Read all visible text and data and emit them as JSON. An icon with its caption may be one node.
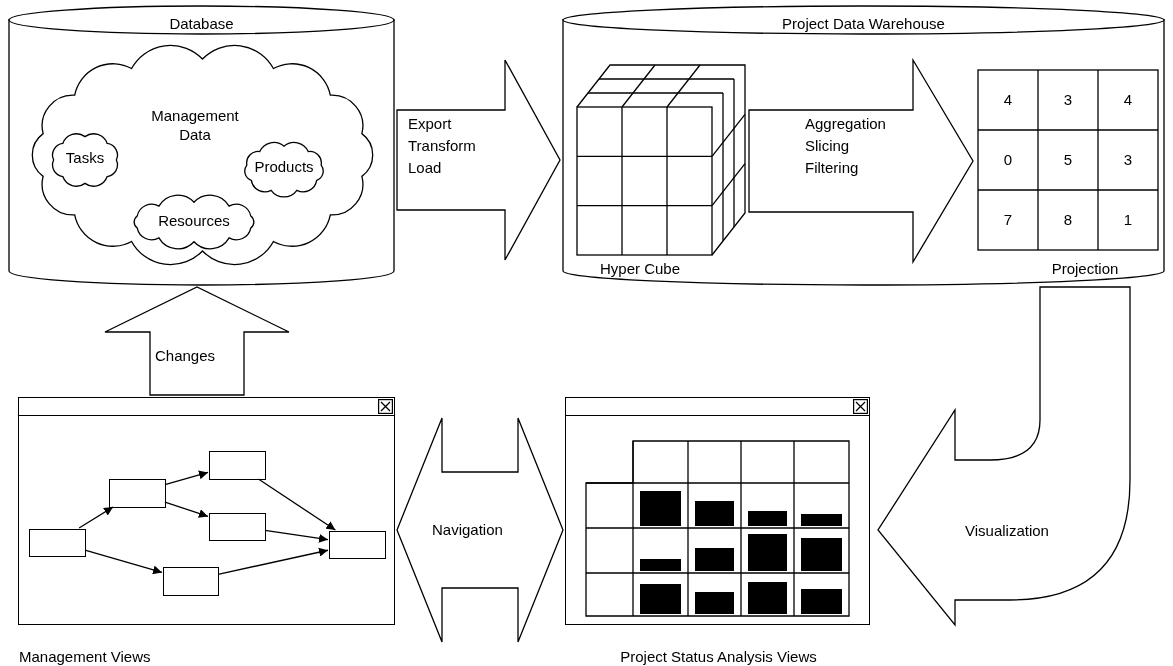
{
  "diagram": {
    "nodes": [
      {
        "text": [
          "Database"
        ]
      },
      {
        "text": [
          "Management Data"
        ],
        "in": 0
      },
      {
        "text": [
          "Tasks"
        ],
        "in": 1
      },
      {
        "text": [
          "Products"
        ],
        "in": 1
      },
      {
        "text": [
          "Resources"
        ],
        "in": 1
      },
      {
        "text": [
          "Project Data Warehouse"
        ]
      },
      {
        "text": [
          "Hyper Cube"
        ],
        "in": 5
      },
      {
        "text": [
          "Projection"
        ],
        "in": 5
      },
      {
        "text": [
          "Management Views"
        ]
      },
      {
        "text": [],
        "shape": "box",
        "in": 8
      },
      {
        "text": [],
        "shape": "box",
        "in": 8
      },
      {
        "text": [],
        "shape": "box",
        "in": 8
      },
      {
        "text": [],
        "shape": "box",
        "in": 8
      },
      {
        "text": [],
        "shape": "box",
        "in": 8
      },
      {
        "text": [],
        "shape": "box",
        "in": 8
      },
      {
        "text": [
          "Project Status Analysis Views"
        ]
      }
    ],
    "edges": [
      {
        "from": 0,
        "to": 5,
        "arrow": "to",
        "label": "Export Transform Load"
      },
      {
        "from": 6,
        "to": 7,
        "arrow": "to",
        "label": "Aggregation Slicing Filtering"
      },
      {
        "from": 5,
        "to": 15,
        "arrow": "to",
        "label": "Visualization"
      },
      {
        "from": 15,
        "to": 8,
        "arrow": "both",
        "label": "Navigation"
      },
      {
        "from": 8,
        "to": 0,
        "arrow": "to",
        "label": "Changes"
      },
      {
        "from": 9,
        "to": 10,
        "arrow": "to"
      },
      {
        "from": 10,
        "to": 11,
        "arrow": "to"
      },
      {
        "from": 10,
        "to": 12,
        "arrow": "to"
      },
      {
        "from": 9,
        "to": 13,
        "arrow": "to"
      },
      {
        "from": 11,
        "to": 14,
        "arrow": "to"
      },
      {
        "from": 12,
        "to": 14,
        "arrow": "to"
      },
      {
        "from": 13,
        "to": 14,
        "arrow": "to"
      }
    ],
    "labels": [
      "4",
      "3",
      "4",
      "0",
      "5",
      "3",
      "7",
      "8",
      "1"
    ]
  }
}
